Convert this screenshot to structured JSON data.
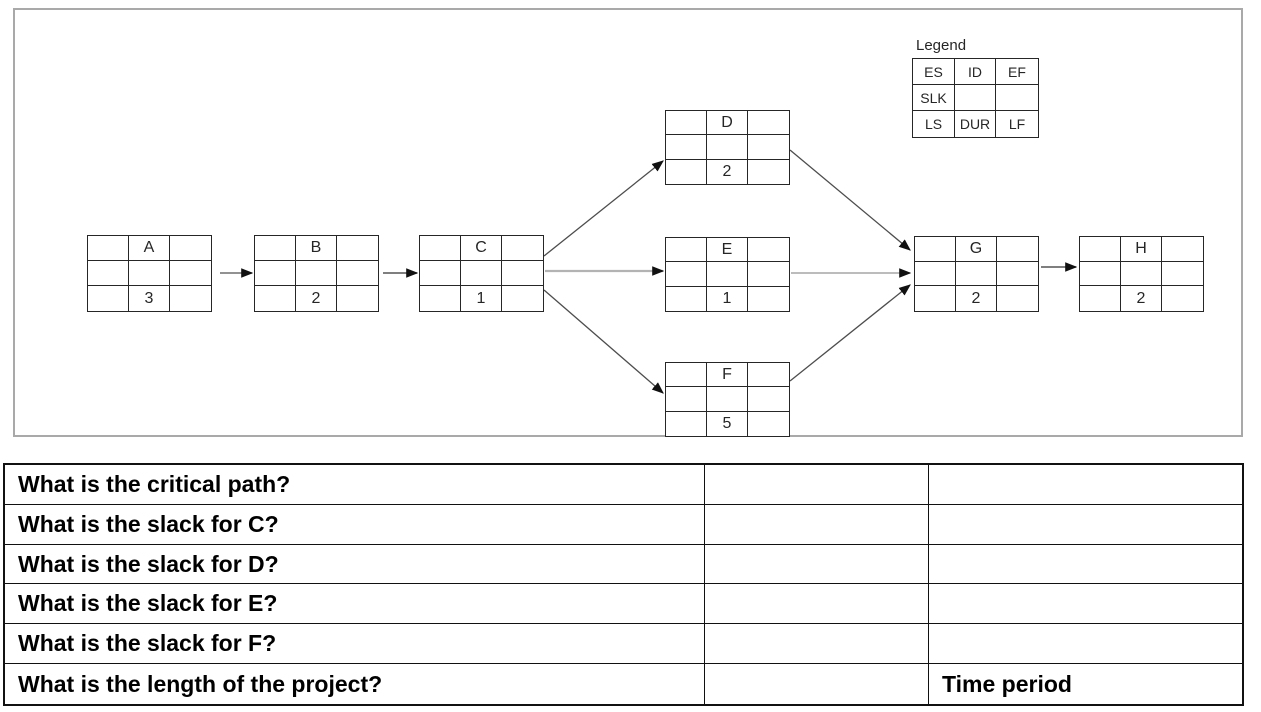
{
  "diagram": {
    "legend": {
      "title": "Legend",
      "rows": [
        [
          "ES",
          "ID",
          "EF"
        ],
        [
          "SLK",
          "",
          ""
        ],
        [
          "LS",
          "DUR",
          "LF"
        ]
      ]
    },
    "nodes": [
      {
        "id": "A",
        "duration": "3"
      },
      {
        "id": "B",
        "duration": "2"
      },
      {
        "id": "C",
        "duration": "1"
      },
      {
        "id": "D",
        "duration": "2"
      },
      {
        "id": "E",
        "duration": "1"
      },
      {
        "id": "F",
        "duration": "5"
      },
      {
        "id": "G",
        "duration": "2"
      },
      {
        "id": "H",
        "duration": "2"
      }
    ],
    "edges": [
      {
        "from": "A",
        "to": "B"
      },
      {
        "from": "B",
        "to": "C"
      },
      {
        "from": "C",
        "to": "D"
      },
      {
        "from": "C",
        "to": "E"
      },
      {
        "from": "C",
        "to": "F"
      },
      {
        "from": "D",
        "to": "G"
      },
      {
        "from": "E",
        "to": "G"
      },
      {
        "from": "F",
        "to": "G"
      },
      {
        "from": "G",
        "to": "H"
      }
    ]
  },
  "questions": {
    "rows": [
      {
        "text": "What is the critical path?",
        "answer": "",
        "unit": ""
      },
      {
        "text": "What is the slack for C?",
        "answer": "",
        "unit": ""
      },
      {
        "text": "What is the slack for D?",
        "answer": "",
        "unit": ""
      },
      {
        "text": "What is the slack for E?",
        "answer": "",
        "unit": ""
      },
      {
        "text": "What is the slack for F?",
        "answer": "",
        "unit": ""
      },
      {
        "text": "What is the length of the project?",
        "answer": "",
        "unit": "Time period"
      }
    ]
  }
}
